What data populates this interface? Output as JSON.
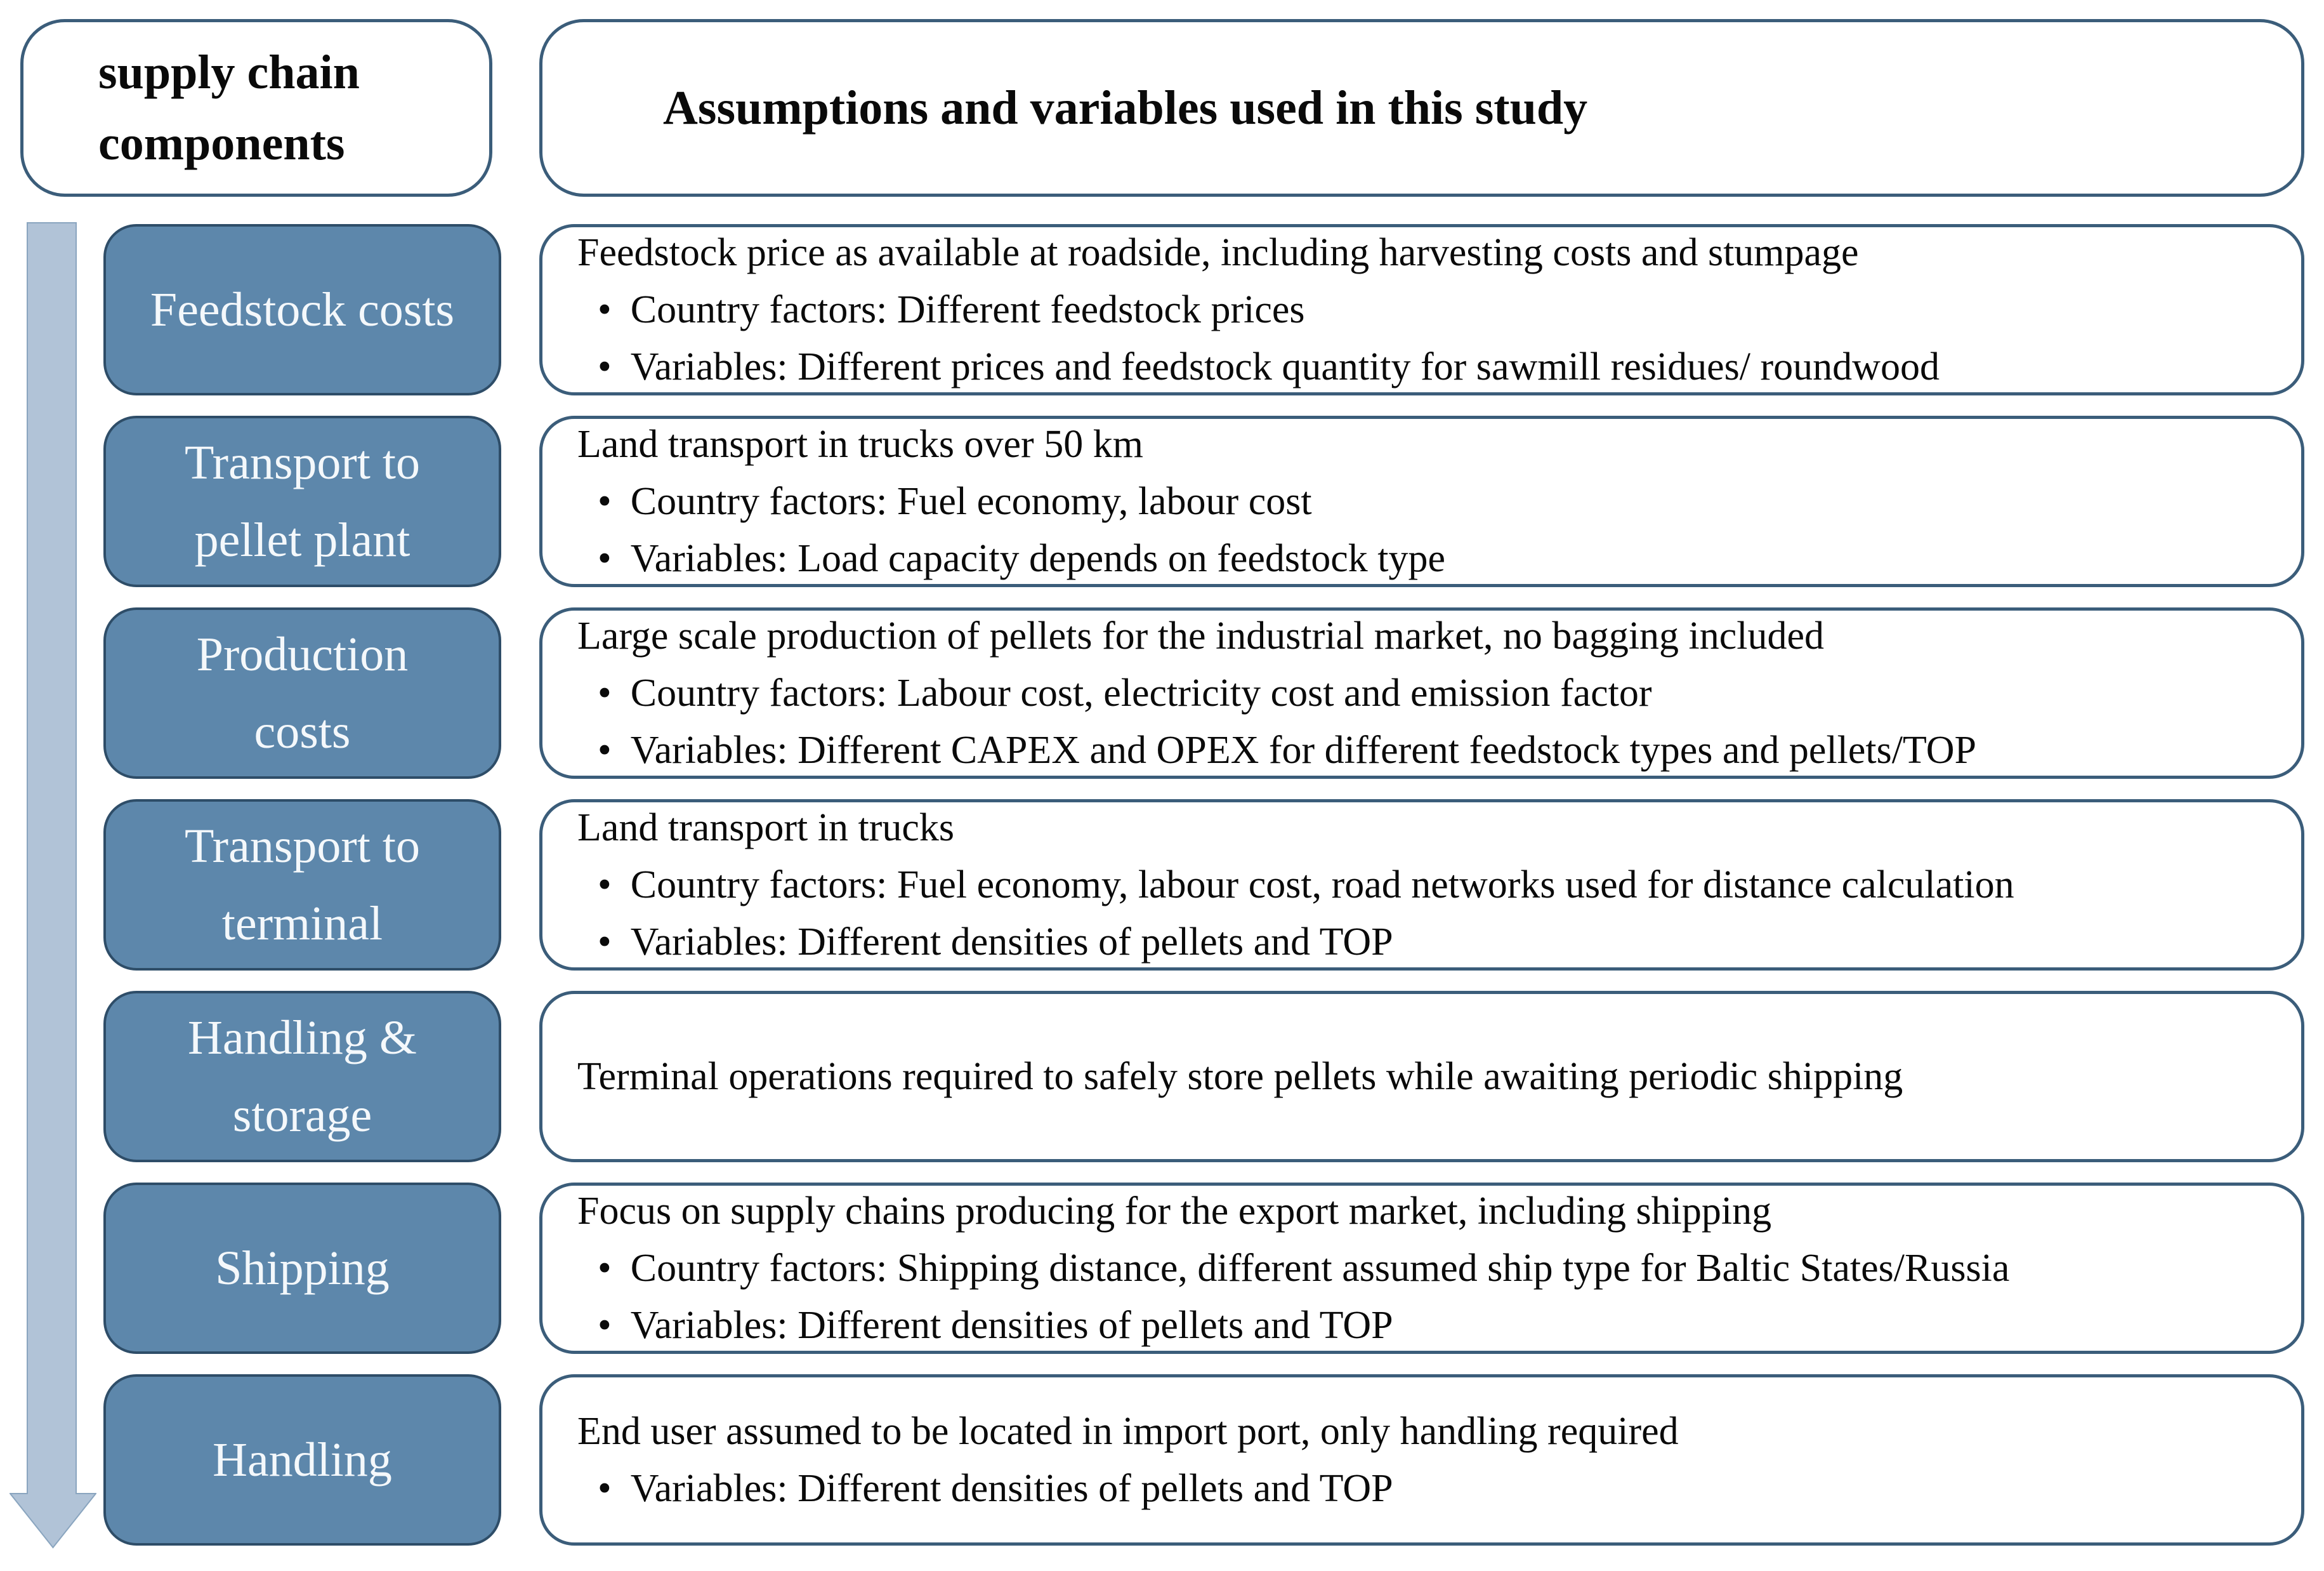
{
  "palette": {
    "box_blue": "#5d87ab",
    "box_blue_border": "#2e4d68",
    "panel_border": "#3b5d7a",
    "arrow_fill": "#b1c3d7",
    "arrow_border": "#8aa5bf",
    "text_light": "#f4f8fb",
    "text_dark": "#0a0a0a"
  },
  "headers": {
    "left": "supply chain components",
    "right": "Assumptions and variables used in this study"
  },
  "arrow": {
    "name": "downward-flow-arrow"
  },
  "rows": [
    {
      "label": "Feedstock costs",
      "lead": "Feedstock price as available at roadside, including harvesting costs and stumpage",
      "bullets": [
        "Country factors: Different feedstock prices",
        "Variables: Different prices and feedstock quantity for sawmill residues/ roundwood"
      ]
    },
    {
      "label": "Transport to\npellet plant",
      "lead": "Land transport in trucks over 50 km",
      "bullets": [
        "Country factors: Fuel economy, labour cost",
        "Variables: Load capacity depends on feedstock type"
      ]
    },
    {
      "label": "Production\ncosts",
      "lead": "Large scale production of pellets for the industrial market, no bagging included",
      "bullets": [
        "Country factors: Labour cost, electricity cost and emission factor",
        "Variables: Different CAPEX and OPEX for different feedstock types and pellets/TOP"
      ]
    },
    {
      "label": "Transport to\nterminal",
      "lead": "Land transport in trucks",
      "bullets": [
        "Country factors: Fuel economy, labour cost, road networks used for distance calculation",
        "Variables: Different densities of pellets and TOP"
      ]
    },
    {
      "label": "Handling &\nstorage",
      "lead": "Terminal operations required to safely store pellets while awaiting periodic shipping",
      "bullets": []
    },
    {
      "label": "Shipping",
      "lead": "Focus on supply chains producing for the export market, including shipping",
      "bullets": [
        "Country factors: Shipping distance, different assumed ship type for Baltic States/Russia",
        "Variables: Different densities of pellets and TOP"
      ]
    },
    {
      "label": "Handling",
      "lead": "End user assumed to be located in import port, only handling required",
      "bullets": [
        "Variables: Different densities of pellets and TOP"
      ]
    }
  ]
}
